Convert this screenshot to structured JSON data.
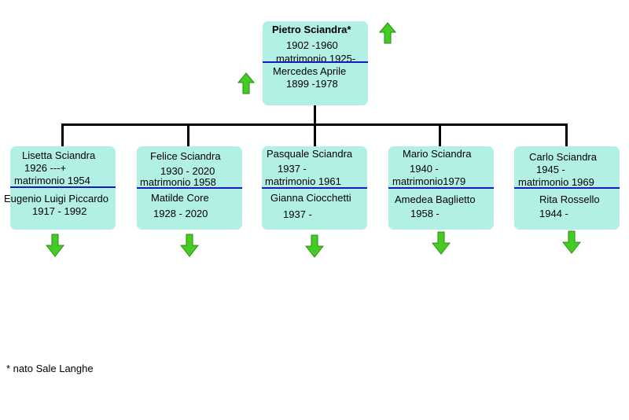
{
  "root": {
    "name": "Pietro Sciandra*",
    "years": "1902 -1960",
    "marriage": "matrimonio 1925-",
    "spouse": "Mercedes Aprile",
    "spouse_years": "1899 -1978"
  },
  "children": [
    {
      "name": "Lisetta Sciandra",
      "years": "1926 ---+",
      "marriage": "matrimonio 1954",
      "spouse": "Eugenio Luigi Piccardo",
      "spouse_years": "1917 - 1992"
    },
    {
      "name": "Felice Sciandra",
      "years": "1930 - 2020",
      "marriage": "matrimonio 1958",
      "spouse": "Matilde Core",
      "spouse_years": "1928 - 2020"
    },
    {
      "name": "Pasquale Sciandra",
      "years": "1937 -",
      "marriage": "matrimonio 1961",
      "spouse": "Gianna Ciocchetti",
      "spouse_years": "1937 -"
    },
    {
      "name": "Mario Sciandra",
      "years": "1940 -",
      "marriage": "matrimonio1979",
      "spouse": "Amedea Baglietto",
      "spouse_years": "1958 -"
    },
    {
      "name": "Carlo Sciandra",
      "years": "1945 -",
      "marriage": "matrimonio 1969",
      "spouse": "Rita Rossello",
      "spouse_years": "1944 -"
    }
  ],
  "footnote": "* nato Sale Langhe",
  "colors": {
    "box": "#b2f0e6",
    "separator": "#1a1ab8",
    "arrow": "#44cc22"
  },
  "icons": {
    "up": "arrow-up-icon",
    "down": "arrow-down-icon"
  }
}
